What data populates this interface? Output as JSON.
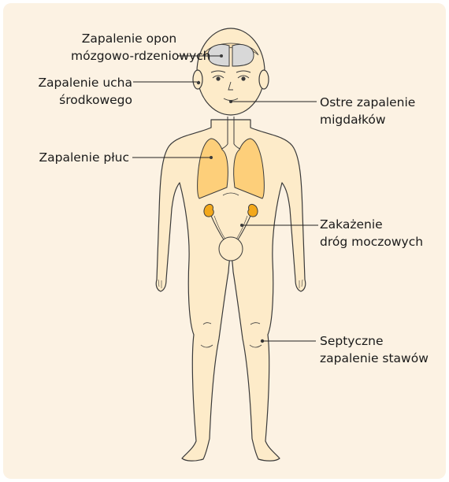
{
  "colors": {
    "background": "#fcf2e3",
    "skin": "#fdebc9",
    "outline": "#3a3a3a",
    "lungs": "#fdcf7a",
    "kidneys": "#f3a81b",
    "brain": "#d8d8d8",
    "leader_line": "#222222"
  },
  "labels": {
    "meningitis": {
      "line1": "Zapalenie opon",
      "line2": "mózgowo-rdzeniowych"
    },
    "otitis": {
      "line1": "Zapalenie ucha",
      "line2": "środkowego"
    },
    "tonsillitis": {
      "line1": "Ostre zapalenie",
      "line2": "migdałków"
    },
    "pneumonia": {
      "line1": "Zapalenie płuc"
    },
    "uti": {
      "line1": "Zakażenie",
      "line2": "dróg moczowych"
    },
    "arthritis": {
      "line1": "Septyczne",
      "line2": "zapalenie stawów"
    }
  }
}
